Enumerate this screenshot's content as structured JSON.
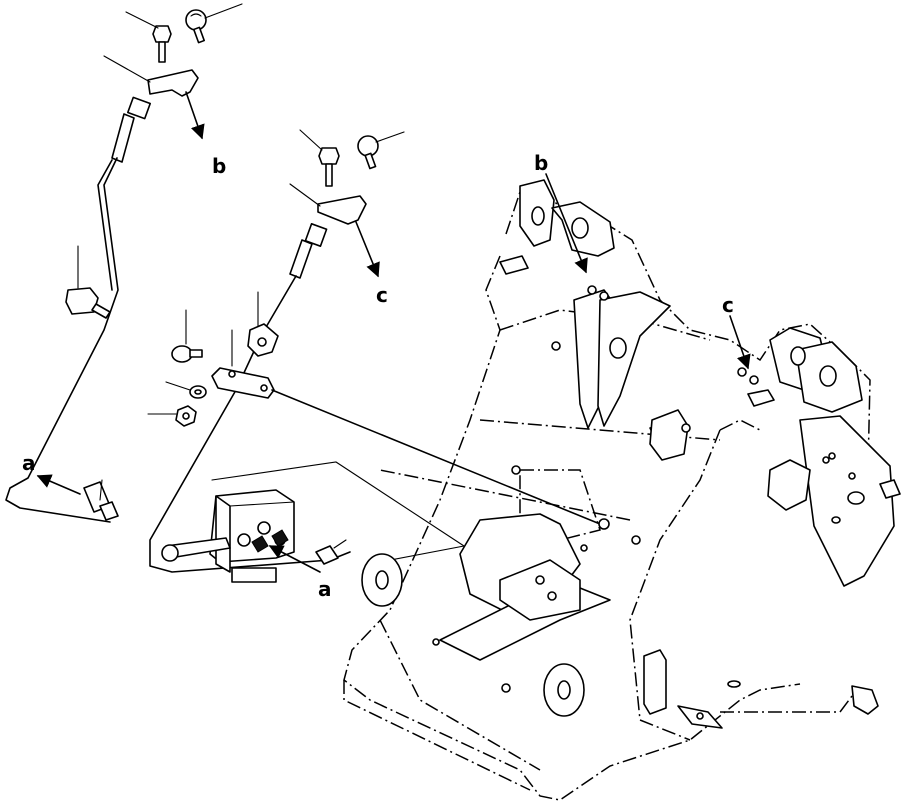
{
  "labels": {
    "b_left": "b",
    "c_left": "c",
    "a_left": "a",
    "a_bottom": "a",
    "b_right": "b",
    "c_right": "c"
  }
}
